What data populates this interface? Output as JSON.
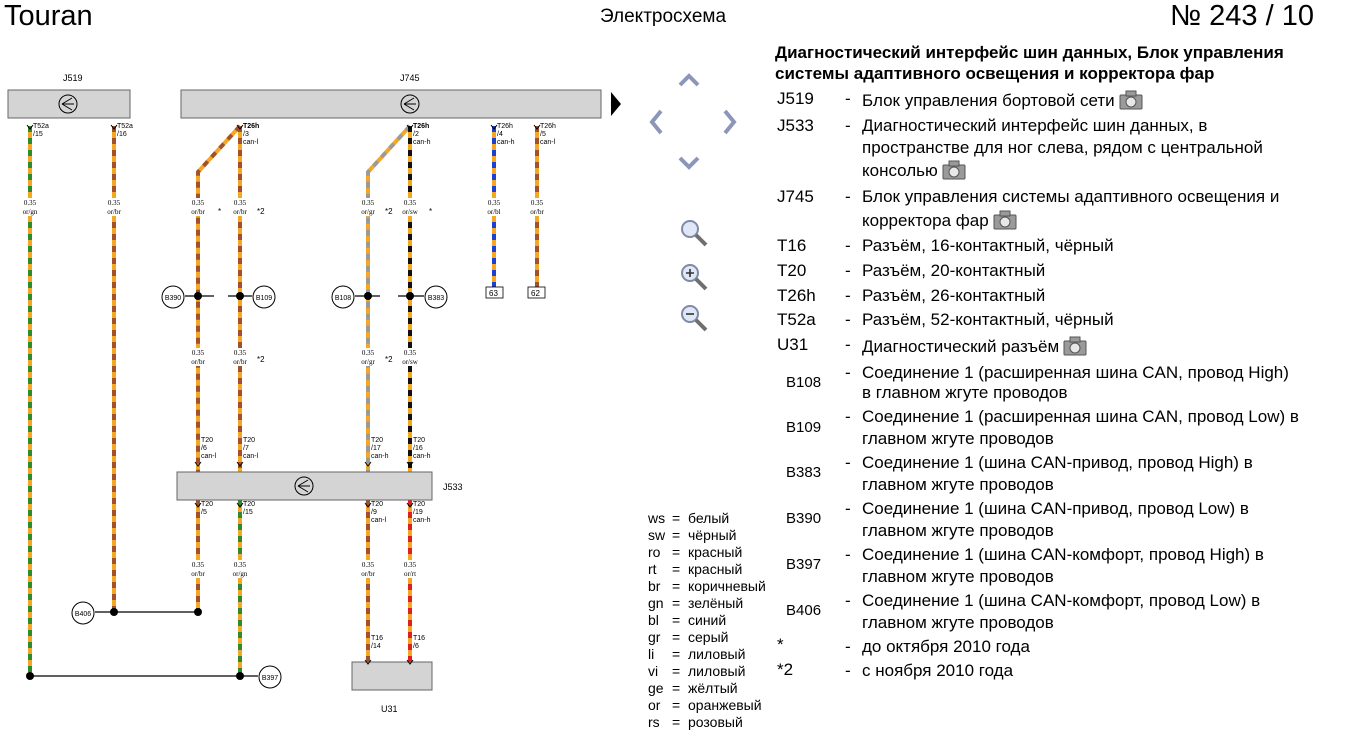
{
  "header": {
    "model": "Touran",
    "title": "Электросхема",
    "page": "№  243 / 10"
  },
  "schematic": {
    "components": {
      "j519": "J519",
      "j745": "J745",
      "j533": "J533",
      "u31": "U31"
    },
    "pins": [
      {
        "id": "p1",
        "pin": "T52a",
        "num": "/15",
        "sig": ""
      },
      {
        "id": "p2",
        "pin": "T52a",
        "num": "/16",
        "sig": ""
      },
      {
        "id": "p3",
        "pin": "T26h",
        "num": "/3",
        "sig": "can-l"
      },
      {
        "id": "p4",
        "pin": "T26h",
        "num": "/2",
        "sig": "can-h"
      },
      {
        "id": "p5",
        "pin": "T26h",
        "num": "/4",
        "sig": "can-h"
      },
      {
        "id": "p6",
        "pin": "T26h",
        "num": "/5",
        "sig": "can-l"
      },
      {
        "id": "p7",
        "pin": "T20",
        "num": "/6",
        "sig": "can-l"
      },
      {
        "id": "p8",
        "pin": "T20",
        "num": "/7",
        "sig": "can-l"
      },
      {
        "id": "p9",
        "pin": "T20",
        "num": "/17",
        "sig": "can-h"
      },
      {
        "id": "p10",
        "pin": "T20",
        "num": "/16",
        "sig": "can-h"
      },
      {
        "id": "p11",
        "pin": "T20",
        "num": "/5",
        "sig": ""
      },
      {
        "id": "p12",
        "pin": "T20",
        "num": "/15",
        "sig": ""
      },
      {
        "id": "p13",
        "pin": "T20",
        "num": "/9",
        "sig": "can-l"
      },
      {
        "id": "p14",
        "pin": "T20",
        "num": "/19",
        "sig": "can-h"
      },
      {
        "id": "p15",
        "pin": "T16",
        "num": "/14",
        "sig": ""
      },
      {
        "id": "p16",
        "pin": "T16",
        "num": "/6",
        "sig": ""
      }
    ],
    "wire_labels": [
      {
        "id": "w1",
        "size": "0.35",
        "color": "or/gn"
      },
      {
        "id": "w2",
        "size": "0.35",
        "color": "or/br"
      },
      {
        "id": "w3",
        "size": "0.35",
        "color": "or/br"
      },
      {
        "id": "w4",
        "size": "0.35",
        "color": "or/br"
      },
      {
        "id": "w5",
        "size": "0.35",
        "color": "or/gr"
      },
      {
        "id": "w6",
        "size": "0.35",
        "color": "or/sw"
      },
      {
        "id": "w7",
        "size": "0.35",
        "color": "or/bl"
      },
      {
        "id": "w8",
        "size": "0.35",
        "color": "or/br"
      },
      {
        "id": "w9",
        "size": "0.35",
        "color": "or/br"
      },
      {
        "id": "w10",
        "size": "0.35",
        "color": "or/br"
      },
      {
        "id": "w11",
        "size": "0.35",
        "color": "or/gr"
      },
      {
        "id": "w12",
        "size": "0.35",
        "color": "or/sw"
      },
      {
        "id": "w13",
        "size": "0.35",
        "color": "or/br"
      },
      {
        "id": "w14",
        "size": "0.35",
        "color": "or/gn"
      },
      {
        "id": "w15",
        "size": "0.35",
        "color": "or/br"
      },
      {
        "id": "w16",
        "size": "0.35",
        "color": "or/rt"
      }
    ],
    "footnote_marks": {
      "star": "*",
      "star2": "*2"
    },
    "nodes": {
      "b390": "B390",
      "b109": "B109",
      "b108": "B108",
      "b383": "B383",
      "b406": "B406",
      "b397": "B397"
    },
    "refs": {
      "r63": "63",
      "r62": "62"
    },
    "wire_colors": {
      "or": "#f5a623",
      "gn": "#2e8b2e",
      "br": "#a0522d",
      "gr": "#9a9a9a",
      "sw": "#111111",
      "bl": "#1f3fd0",
      "rt": "#e02020",
      "component_fill": "#d4d4d4"
    }
  },
  "legend": {
    "title": "Диагностический интерфейс шин данных, Блок управления системы адаптивного освещения и корректора фар",
    "items": [
      {
        "code": "J519",
        "dash": "-",
        "line1": "Блок управления бортовой сети",
        "line2": ""
      },
      {
        "code": "J533",
        "dash": "-",
        "line1": "Диагностический интерфейс шин данных, в",
        "line2": "пространстве для ног слева, рядом с центральной",
        "line3": "консолью"
      },
      {
        "code": "J745",
        "dash": "-",
        "line1": "Блок управления системы адаптивного освещения и",
        "line2": "корректора фар"
      },
      {
        "code": "T16",
        "dash": "-",
        "line1": "Разъём, 16-контактный, чёрный"
      },
      {
        "code": "T20",
        "dash": "-",
        "line1": "Разъём, 20-контактный"
      },
      {
        "code": "T26h",
        "dash": "-",
        "line1": "Разъём, 26-контактный"
      },
      {
        "code": "T52a",
        "dash": "-",
        "line1": "Разъём, 52-контактный, чёрный"
      },
      {
        "code": "U31",
        "dash": "-",
        "line1": "Диагностический разъём"
      },
      {
        "code": "B108",
        "dash": "-",
        "line1": "Соединение 1 (расширенная шина CAN, провод High)",
        "line2": "в главном жгуте проводов"
      },
      {
        "code": "B109",
        "dash": "-",
        "line1": "Соединение 1 (расширенная шина CAN, провод Low) в",
        "line2": "главном жгуте проводов"
      },
      {
        "code": "B383",
        "dash": "-",
        "line1": "Соединение 1 (шина CAN-привод, провод High) в",
        "line2": "главном жгуте проводов"
      },
      {
        "code": "B390",
        "dash": "-",
        "line1": "Соединение 1 (шина CAN-привод, провод Low) в",
        "line2": "главном жгуте проводов"
      },
      {
        "code": "B397",
        "dash": "-",
        "line1": "Соединение 1 (шина CAN-комфорт, провод High) в",
        "line2": "главном жгуте проводов"
      },
      {
        "code": "B406",
        "dash": "-",
        "line1": "Соединение 1 (шина CAN-комфорт, провод Low) в",
        "line2": "главном жгуте проводов"
      },
      {
        "code": "*",
        "dash": "-",
        "line1": "до октября 2010 года"
      },
      {
        "code": "*2",
        "dash": "-",
        "line1": "с ноября 2010 года"
      }
    ]
  },
  "color_key": [
    {
      "abbr": "ws",
      "eq": "=",
      "name": "белый"
    },
    {
      "abbr": "sw",
      "eq": "=",
      "name": "чёрный"
    },
    {
      "abbr": "ro",
      "eq": "=",
      "name": "красный"
    },
    {
      "abbr": "rt",
      "eq": "=",
      "name": "красный"
    },
    {
      "abbr": "br",
      "eq": "=",
      "name": "коричневый"
    },
    {
      "abbr": "gn",
      "eq": "=",
      "name": "зелёный"
    },
    {
      "abbr": "bl",
      "eq": "=",
      "name": "синий"
    },
    {
      "abbr": "gr",
      "eq": "=",
      "name": "серый"
    },
    {
      "abbr": "li",
      "eq": "=",
      "name": "лиловый"
    },
    {
      "abbr": "vi",
      "eq": "=",
      "name": "лиловый"
    },
    {
      "abbr": "ge",
      "eq": "=",
      "name": "жёлтый"
    },
    {
      "abbr": "or",
      "eq": "=",
      "name": "оранжевый"
    },
    {
      "abbr": "rs",
      "eq": "=",
      "name": "розовый"
    }
  ],
  "icons": {
    "nav_up": "chevron-up-icon",
    "nav_down": "chevron-down-icon",
    "nav_left": "chevron-left-icon",
    "nav_right": "chevron-right-icon",
    "zoom": "magnifier-icon",
    "zoom_in": "zoom-in-icon",
    "zoom_out": "zoom-out-icon",
    "camera": "camera-icon",
    "next": "next-page-arrow-icon"
  }
}
